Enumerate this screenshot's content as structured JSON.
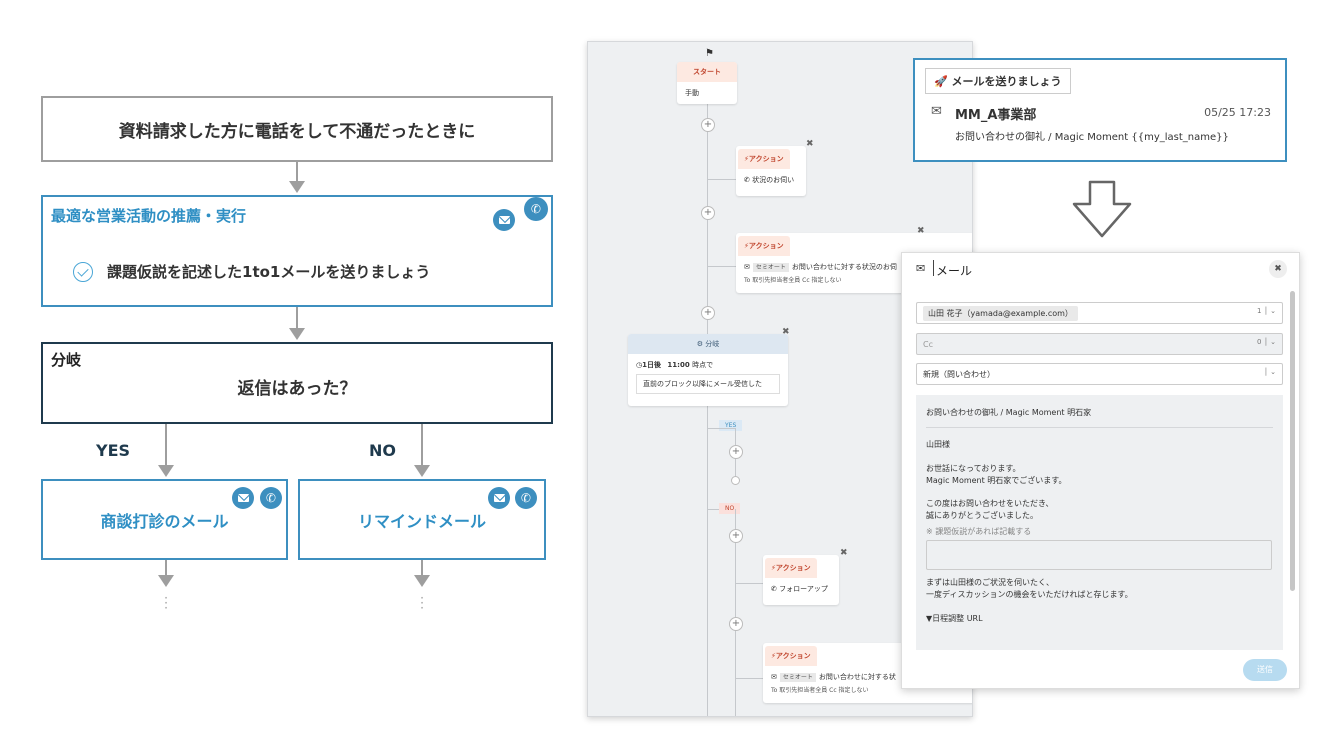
{
  "flowchart": {
    "title": "資料請求した方に電話をして不通だったときに",
    "recommend_title": "最適な営業活動の推薦・実行",
    "recommend_item": "課題仮説を記述した1to1メールを送りましょう",
    "branch_label": "分岐",
    "branch_question": "返信はあった？",
    "yes_label": "YES",
    "no_label": "NO",
    "yes_action": "商談打診のメール",
    "no_action": "リマインドメール"
  },
  "editor": {
    "start_label": "スタート",
    "start_value": "手動",
    "action_label": "アクション",
    "action1": "状況のお伺い",
    "action2_badge": "セミオート",
    "action2_text": "お問い合わせに対する状況のお伺",
    "action2_to": "To 取引先担当者全員  Cc 指定しない",
    "branch_label": "分岐",
    "branch_time_day": "1日後",
    "branch_time_hour": "11:00",
    "branch_time_suffix": "時点で",
    "branch_condition": "直前のブロック以降にメール受信した",
    "yes_tag": "YES",
    "no_tag": "NO",
    "action3": "フォローアップ",
    "action4_badge": "セミオート",
    "action4_text": "お問い合わせに対する状",
    "action4_to": "To 取引先担当者全員  Cc 指定しない"
  },
  "notification": {
    "header": "メールを送りましょう",
    "sender": "MM_A事業部",
    "time": "05/25 17:23",
    "subject": "お問い合わせの御礼 / Magic Moment {{my_last_name}}"
  },
  "mail_dialog": {
    "title": "メール",
    "to_chip": "山田 花子（yamada@example.com）",
    "to_count": "1",
    "cc_placeholder": "Cc",
    "cc_count": "0",
    "template": "新規（問い合わせ）",
    "subject": "お問い合わせの御礼 / Magic Moment 明石家",
    "greeting": "山田様",
    "line1": "お世話になっております。",
    "line2": "Magic Moment 明石家でございます。",
    "line3": "この度はお問い合わせをいただき、",
    "line4": "誠にありがとうございました。",
    "hint": "※ 課題仮説があれば記載する",
    "line5": "まずは山田様のご状況を伺いたく、",
    "line6": "一度ディスカッションの機会をいただければと存じます。",
    "schedule": "▼日程調整 URL",
    "send_label": "送信"
  }
}
